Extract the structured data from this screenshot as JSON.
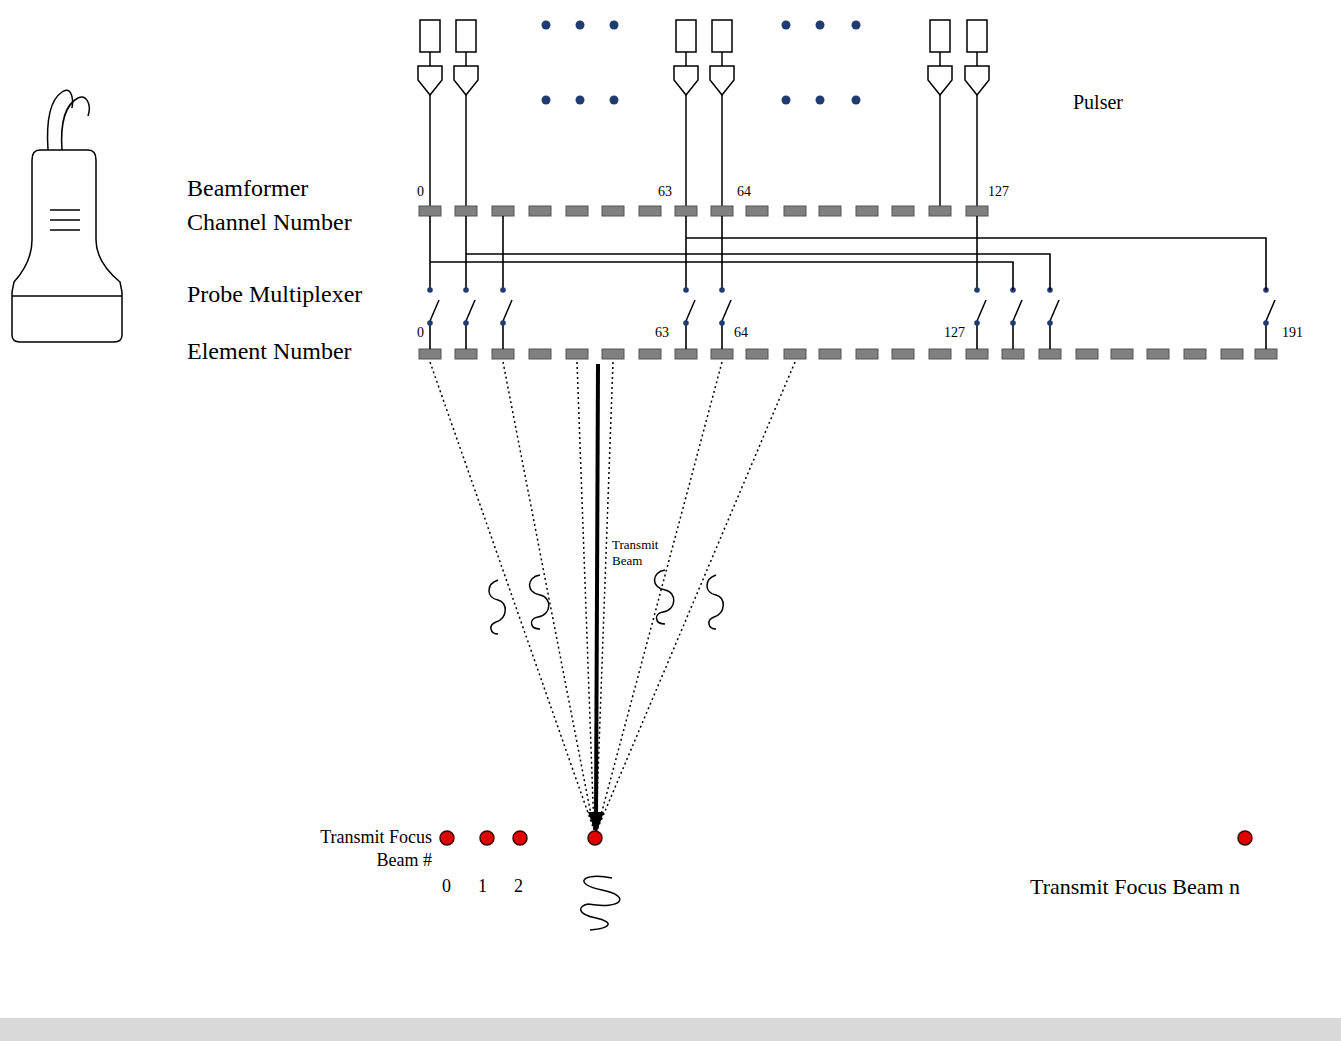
{
  "diagram": {
    "labels": [
      "Beamformer Channel Number",
      "Probe Multiplexer",
      "Element Number",
      "Pulser",
      "0",
      "63",
      "64",
      "127",
      "0",
      "63",
      "64",
      "127",
      "191",
      "Transmit Beam",
      "Transmit Focus Beam #",
      "0",
      "1",
      "2",
      "Transmit Focus Beam n"
    ]
  }
}
